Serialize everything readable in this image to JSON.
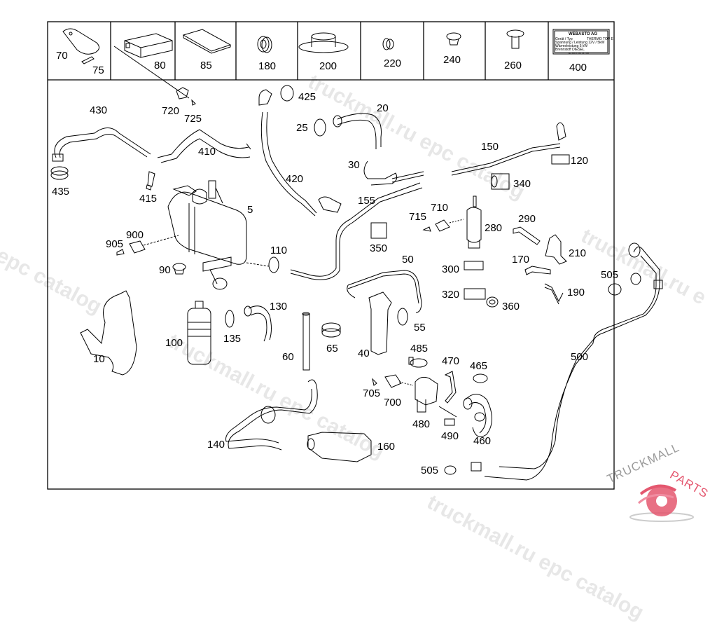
{
  "diagram": {
    "title": "Auxiliary heater parts diagram",
    "header_parts": [
      {
        "id": "70",
        "icon": "remote-key-fob-icon"
      },
      {
        "id": "75",
        "icon": "battery-cell-icon"
      },
      {
        "id": "80",
        "icon": "control-unit-icon"
      },
      {
        "id": "85",
        "icon": "foam-pad-icon"
      },
      {
        "id": "180",
        "icon": "grommet-icon"
      },
      {
        "id": "200",
        "icon": "flanged-grommet-icon"
      },
      {
        "id": "220",
        "icon": "plug-icon"
      },
      {
        "id": "240",
        "icon": "cap-icon"
      },
      {
        "id": "260",
        "icon": "push-clip-icon"
      },
      {
        "id": "400",
        "icon": "type-plate-icon"
      }
    ],
    "type_plate": {
      "brand": "WEBASTO AG",
      "model": "THERMO TOP E",
      "lines": [
        "Gerät / Typ",
        "Spannung / Leistung  12V / 5kW",
        "Wärmeleistung  5 kW",
        "Brennstoff  DIESEL"
      ],
      "footer": "A 000 000 00 00"
    },
    "callouts": [
      {
        "id": "5"
      },
      {
        "id": "10"
      },
      {
        "id": "20"
      },
      {
        "id": "25"
      },
      {
        "id": "30"
      },
      {
        "id": "40"
      },
      {
        "id": "50"
      },
      {
        "id": "55"
      },
      {
        "id": "60"
      },
      {
        "id": "65"
      },
      {
        "id": "90"
      },
      {
        "id": "100"
      },
      {
        "id": "110"
      },
      {
        "id": "120"
      },
      {
        "id": "130"
      },
      {
        "id": "135"
      },
      {
        "id": "140"
      },
      {
        "id": "150"
      },
      {
        "id": "155"
      },
      {
        "id": "160"
      },
      {
        "id": "170"
      },
      {
        "id": "190"
      },
      {
        "id": "210"
      },
      {
        "id": "280"
      },
      {
        "id": "290"
      },
      {
        "id": "300"
      },
      {
        "id": "320"
      },
      {
        "id": "340"
      },
      {
        "id": "350"
      },
      {
        "id": "360"
      },
      {
        "id": "410"
      },
      {
        "id": "415"
      },
      {
        "id": "420"
      },
      {
        "id": "425"
      },
      {
        "id": "430"
      },
      {
        "id": "435"
      },
      {
        "id": "460"
      },
      {
        "id": "465"
      },
      {
        "id": "470"
      },
      {
        "id": "480"
      },
      {
        "id": "485"
      },
      {
        "id": "490"
      },
      {
        "id": "500"
      },
      {
        "id": "505"
      },
      {
        "id": "505"
      },
      {
        "id": "700"
      },
      {
        "id": "705"
      },
      {
        "id": "710"
      },
      {
        "id": "715"
      },
      {
        "id": "720"
      },
      {
        "id": "725"
      },
      {
        "id": "900"
      },
      {
        "id": "905"
      }
    ]
  },
  "watermark": {
    "text_1": "truckmall.ru epc catalog",
    "text_2": "truckmall.ru epc catalog",
    "text_3": "l epc catalog",
    "text_4": "truckmall.ru epc catalog",
    "text_5": "truckmall.ru e"
  },
  "logo": {
    "text_left": "TRUCKMALL",
    "text_right": "PARTS",
    "accent_color": "#e4576f"
  }
}
